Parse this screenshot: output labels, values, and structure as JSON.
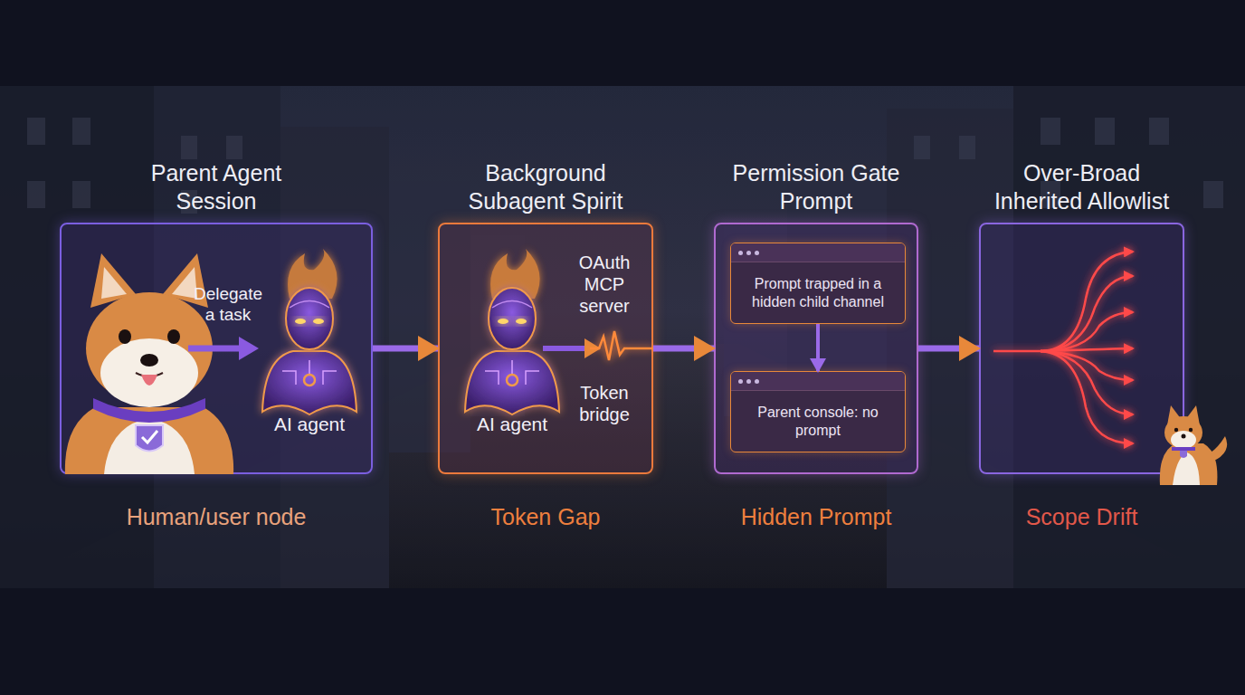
{
  "diagram": {
    "nodes": [
      {
        "text": [
          "Parent Agent Session",
          "Human/user node"
        ]
      },
      {
        "text": [
          "Background Subagent Spirit",
          "Token Gap"
        ]
      },
      {
        "text": [
          "Permission Gate Prompt",
          "Hidden Prompt"
        ]
      },
      {
        "text": [
          "Prompt trapped in a hidden child channel"
        ],
        "in": 2
      },
      {
        "text": [
          "Parent console: no prompt"
        ],
        "in": 2
      },
      {
        "text": [
          "Over-Broad Inherited Allowlist",
          "Scope Drift"
        ]
      }
    ],
    "edges": [
      {
        "from": 0,
        "to": 1,
        "arrow": "to"
      },
      {
        "from": 1,
        "to": 2,
        "arrow": "to"
      },
      {
        "from": 2,
        "to": 5,
        "arrow": "to"
      },
      {
        "from": 3,
        "to": 4,
        "arrow": "to"
      }
    ],
    "labels": [
      "Delegate a task",
      "AI agent",
      "AI agent",
      "OAuth MCP server",
      "Token bridge"
    ]
  }
}
